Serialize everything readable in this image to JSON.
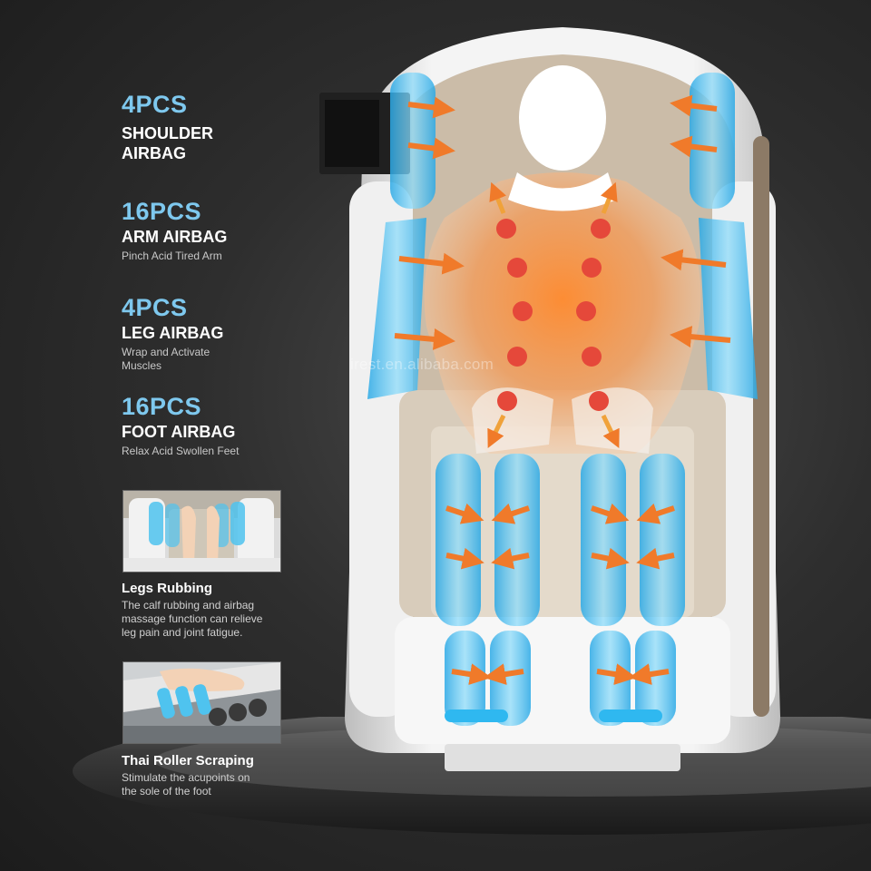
{
  "features": [
    {
      "count": "4PCS",
      "title_lines": [
        "SHOULDER",
        "AIRBAG"
      ],
      "desc_lines": []
    },
    {
      "count": "16PCS",
      "title_lines": [
        "ARM AIRBAG"
      ],
      "desc_lines": [
        "Pinch Acid Tired Arm"
      ]
    },
    {
      "count": "4PCS",
      "title_lines": [
        "LEG AIRBAG"
      ],
      "desc_lines": [
        "Wrap and Activate",
        "Muscles"
      ]
    },
    {
      "count": "16PCS",
      "title_lines": [
        "FOOT AIRBAG"
      ],
      "desc_lines": [
        "Relax Acid Swollen Feet"
      ]
    }
  ],
  "panels": [
    {
      "title": "Legs Rubbing",
      "desc_lines": [
        "The calf rubbing and airbag",
        "massage function can relieve",
        "leg pain and joint fatigue."
      ]
    },
    {
      "title": "Thai Roller Scraping",
      "desc_lines": [
        "Stimulate the acupoints on",
        "the sole of the foot"
      ]
    }
  ],
  "watermark": "irest.en.alibaba.com",
  "colors": {
    "accent_blue": "#7ec8ee",
    "airbag_blue": "#4fc3ef",
    "heat_orange": "#f08a3a",
    "point_red": "#e5483a"
  }
}
